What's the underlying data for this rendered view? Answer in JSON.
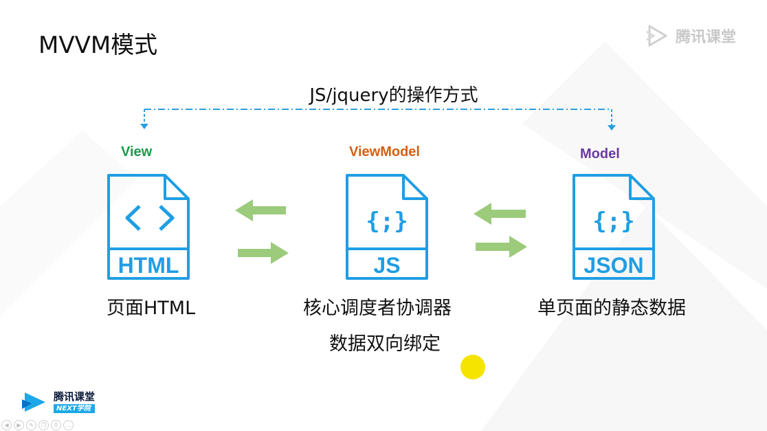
{
  "slide": {
    "title": "MVVM模式",
    "top_label": "JS/jquery的操作方式"
  },
  "watermark": {
    "text": "腾讯课堂"
  },
  "columns": {
    "view": {
      "heading": "View",
      "icon_text": "HTML",
      "caption": "页面HTML"
    },
    "viewmodel": {
      "heading": "ViewModel",
      "icon_text": "JS",
      "caption_line1": "核心调度者协调器",
      "caption_line2": "数据双向绑定"
    },
    "model": {
      "heading": "Model",
      "icon_text": "JSON",
      "caption": "单页面的静态数据"
    }
  },
  "logo": {
    "name": "腾讯课堂",
    "sub": "NEXT学院"
  },
  "colors": {
    "icon_blue": "#1f9ee3",
    "arrow_green": "#9ccb7c",
    "dashed_blue": "#2a9fe0",
    "view": "#1a9a4a",
    "viewmodel": "#d45f12",
    "model": "#6a3aa0"
  },
  "player_controls": [
    "prev-icon",
    "play-icon",
    "pen-icon",
    "copy-icon",
    "zoom-icon",
    "more-icon"
  ]
}
